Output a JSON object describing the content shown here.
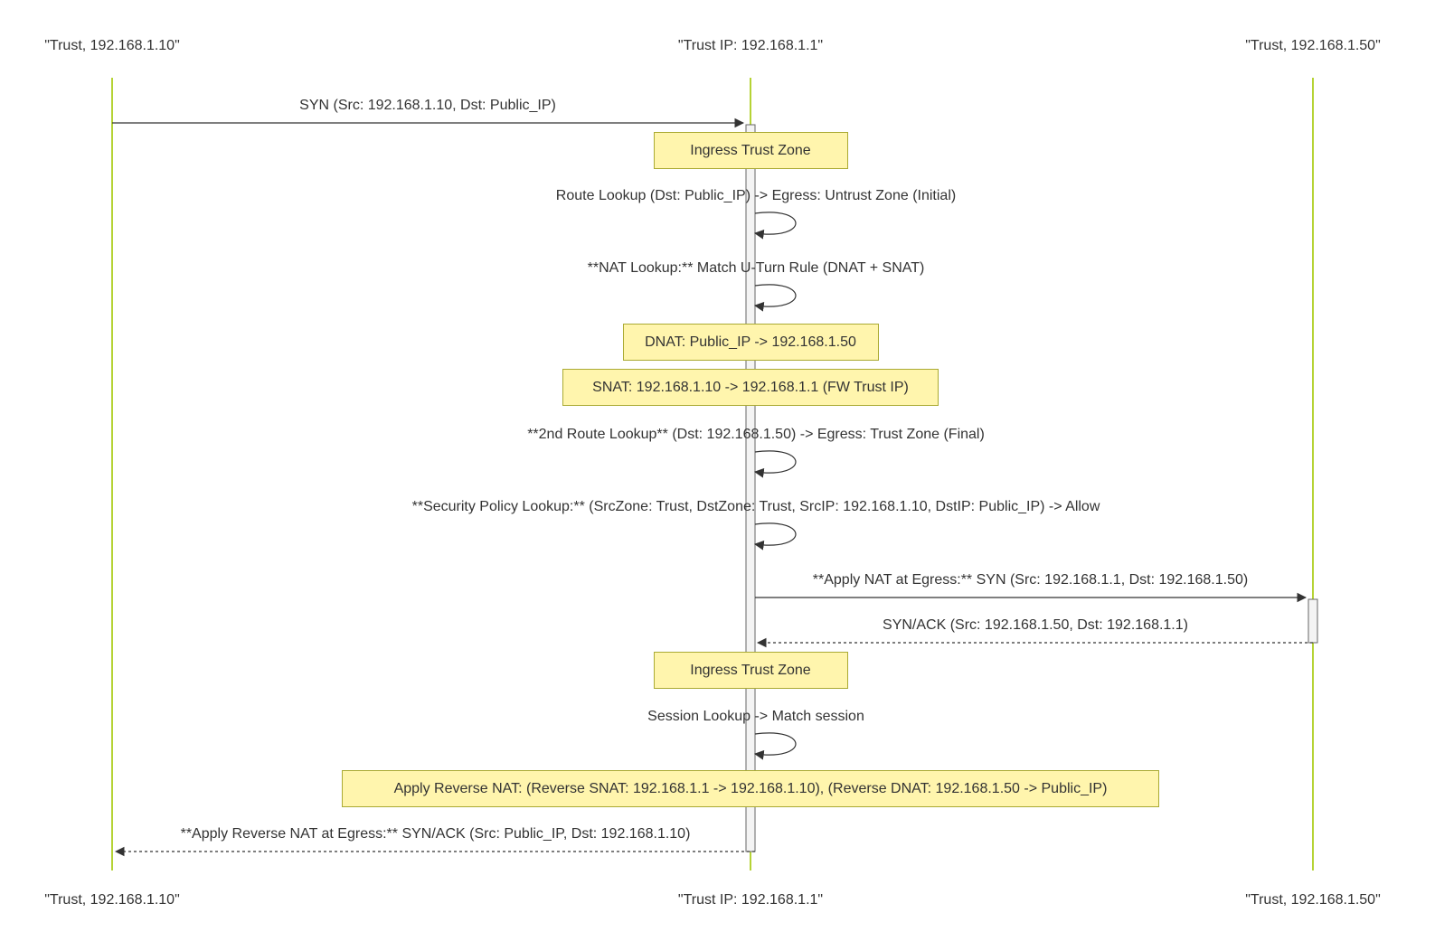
{
  "participants": [
    {
      "id": "client",
      "label": "\"Trust, 192.168.1.10\""
    },
    {
      "id": "fw",
      "label": "\"Trust IP: 192.168.1.1\""
    },
    {
      "id": "server",
      "label": "\"Trust, 192.168.1.50\""
    }
  ],
  "steps": [
    {
      "kind": "message",
      "from": "client",
      "to": "fw",
      "style": "solid",
      "text": "SYN (Src: 192.168.1.10, Dst: Public_IP)"
    },
    {
      "kind": "note",
      "over": "fw",
      "text": "Ingress Trust Zone"
    },
    {
      "kind": "self",
      "on": "fw",
      "text": "Route Lookup (Dst: Public_IP) -> Egress: Untrust Zone (Initial)"
    },
    {
      "kind": "self",
      "on": "fw",
      "text": "**NAT Lookup:** Match U-Turn Rule (DNAT + SNAT)"
    },
    {
      "kind": "note",
      "over": "fw",
      "text": "DNAT: Public_IP -> 192.168.1.50"
    },
    {
      "kind": "note",
      "over": "fw",
      "text": "SNAT: 192.168.1.10 -> 192.168.1.1 (FW Trust IP)"
    },
    {
      "kind": "self",
      "on": "fw",
      "text": "**2nd Route Lookup** (Dst: 192.168.1.50) -> Egress: Trust Zone (Final)"
    },
    {
      "kind": "self",
      "on": "fw",
      "text": "**Security Policy Lookup:** (SrcZone: Trust, DstZone: Trust, SrcIP: 192.168.1.10, DstIP: Public_IP) -> Allow"
    },
    {
      "kind": "message",
      "from": "fw",
      "to": "server",
      "style": "solid",
      "text": "**Apply NAT at Egress:** SYN (Src: 192.168.1.1, Dst: 192.168.1.50)"
    },
    {
      "kind": "message",
      "from": "server",
      "to": "fw",
      "style": "dashed",
      "text": "SYN/ACK (Src: 192.168.1.50, Dst: 192.168.1.1)"
    },
    {
      "kind": "note",
      "over": "fw",
      "text": "Ingress Trust Zone"
    },
    {
      "kind": "self",
      "on": "fw",
      "text": "Session Lookup -> Match session"
    },
    {
      "kind": "note",
      "over": "fw",
      "text": "Apply Reverse NAT: (Reverse SNAT: 192.168.1.1 -> 192.168.1.10), (Reverse DNAT: 192.168.1.50 -> Public_IP)"
    },
    {
      "kind": "message",
      "from": "fw",
      "to": "client",
      "style": "dashed",
      "text": "**Apply Reverse NAT at Egress:** SYN/ACK (Src: Public_IP, Dst: 192.168.1.10)"
    }
  ],
  "colors": {
    "lifeline": "#b5d335",
    "note_fill": "#fff5ad",
    "note_border": "#aaaa33",
    "arrow": "#333333",
    "activation_fill": "#f4f4f4",
    "activation_border": "#666666"
  }
}
